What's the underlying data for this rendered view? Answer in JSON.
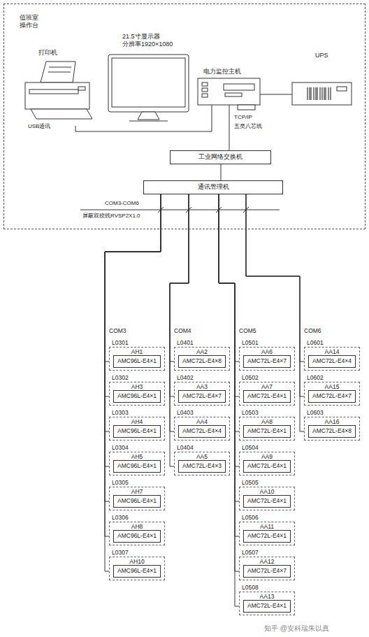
{
  "diagram": {
    "nodes": [
      {
        "text": [
          "值班室 操作台"
        ]
      },
      {
        "text": [
          "打印机"
        ],
        "in": 0
      },
      {
        "text": [
          "21.5寸显示器 分辨率1920×1080"
        ],
        "in": 0
      },
      {
        "text": [
          "电力监控主机"
        ],
        "in": 0
      },
      {
        "text": [
          "UPS"
        ],
        "in": 0
      },
      {
        "text": [
          "工业网络交换机"
        ],
        "in": 0
      },
      {
        "text": [
          "通讯管理机"
        ],
        "in": 0
      },
      {
        "text": [
          "L0301",
          "AH1"
        ]
      },
      {
        "text": [
          "AMC96L-E4×1"
        ],
        "in": 7
      },
      {
        "text": [
          "L0302",
          "AH3"
        ]
      },
      {
        "text": [
          "AMC96L-E4×1"
        ],
        "in": 9
      },
      {
        "text": [
          "L0303",
          "AH4"
        ]
      },
      {
        "text": [
          "AMC96L-E4×1"
        ],
        "in": 11
      },
      {
        "text": [
          "L0304",
          "AH5"
        ]
      },
      {
        "text": [
          "AMC96L-E4×1"
        ],
        "in": 13
      },
      {
        "text": [
          "L0305",
          "AH7"
        ]
      },
      {
        "text": [
          "AMC96L-E4×1"
        ],
        "in": 15
      },
      {
        "text": [
          "L0306",
          "AH8"
        ]
      },
      {
        "text": [
          "AMC96L-E4×1"
        ],
        "in": 17
      },
      {
        "text": [
          "L0307",
          "AH10"
        ]
      },
      {
        "text": [
          "AMC96L-E4×1"
        ],
        "in": 19
      },
      {
        "text": [
          "L0401",
          "AA2"
        ]
      },
      {
        "text": [
          "AMC72L-E4×8"
        ],
        "in": 21
      },
      {
        "text": [
          "L0402",
          "AA3"
        ]
      },
      {
        "text": [
          "AMC72L-E4×7"
        ],
        "in": 23
      },
      {
        "text": [
          "L0403",
          "AA4"
        ]
      },
      {
        "text": [
          "AMC72L-E4×4"
        ],
        "in": 25
      },
      {
        "text": [
          "L0404",
          "AA5"
        ]
      },
      {
        "text": [
          "AMC72L-E4×3"
        ],
        "in": 27
      },
      {
        "text": [
          "L0501",
          "AA6"
        ]
      },
      {
        "text": [
          "AMC72L-E4×7"
        ],
        "in": 29
      },
      {
        "text": [
          "L0502",
          "AA7"
        ]
      },
      {
        "text": [
          "AMC72L-E4×1"
        ],
        "in": 31
      },
      {
        "text": [
          "L0503",
          "AA8"
        ]
      },
      {
        "text": [
          "AMC72L-E4×1"
        ],
        "in": 33
      },
      {
        "text": [
          "L0504",
          "AA9"
        ]
      },
      {
        "text": [
          "AMC72L-E4×1"
        ],
        "in": 35
      },
      {
        "text": [
          "L0505",
          "AA10"
        ]
      },
      {
        "text": [
          "AMC72L-E4×1"
        ],
        "in": 37
      },
      {
        "text": [
          "L0506",
          "AA11"
        ]
      },
      {
        "text": [
          "AMC72L-E4×1"
        ],
        "in": 39
      },
      {
        "text": [
          "L0507",
          "AA12"
        ]
      },
      {
        "text": [
          "AMC72L-E4×7"
        ],
        "in": 41
      },
      {
        "text": [
          "L0508",
          "AA13"
        ]
      },
      {
        "text": [
          "AMC72L-E4×1"
        ],
        "in": 43
      },
      {
        "text": [
          "L0601",
          "AA14"
        ]
      },
      {
        "text": [
          "AMC72L-E4×4"
        ],
        "in": 45
      },
      {
        "text": [
          "L0602",
          "AA15"
        ]
      },
      {
        "text": [
          "AMC72L-E4×7"
        ],
        "in": 47
      },
      {
        "text": [
          "L0603",
          "AA16"
        ]
      },
      {
        "text": [
          "AMC72L-E4×8"
        ],
        "in": 49
      }
    ],
    "edges": [
      {
        "from": 1,
        "to": 3,
        "arrow": "none"
      },
      {
        "from": 3,
        "to": 4,
        "arrow": "none"
      },
      {
        "from": 3,
        "to": 5,
        "arrow": "none"
      },
      {
        "from": 5,
        "to": 6,
        "arrow": "none"
      },
      {
        "from": 6,
        "to": 7,
        "arrow": "none"
      },
      {
        "from": 6,
        "to": 9,
        "arrow": "none"
      },
      {
        "from": 6,
        "to": 11,
        "arrow": "none"
      },
      {
        "from": 6,
        "to": 13,
        "arrow": "none"
      },
      {
        "from": 6,
        "to": 15,
        "arrow": "none"
      },
      {
        "from": 6,
        "to": 17,
        "arrow": "none"
      },
      {
        "from": 6,
        "to": 19,
        "arrow": "none"
      },
      {
        "from": 6,
        "to": 21,
        "arrow": "none"
      },
      {
        "from": 6,
        "to": 23,
        "arrow": "none"
      },
      {
        "from": 6,
        "to": 25,
        "arrow": "none"
      },
      {
        "from": 6,
        "to": 27,
        "arrow": "none"
      },
      {
        "from": 6,
        "to": 29,
        "arrow": "none"
      },
      {
        "from": 6,
        "to": 31,
        "arrow": "none"
      },
      {
        "from": 6,
        "to": 33,
        "arrow": "none"
      },
      {
        "from": 6,
        "to": 35,
        "arrow": "none"
      },
      {
        "from": 6,
        "to": 37,
        "arrow": "none"
      },
      {
        "from": 6,
        "to": 39,
        "arrow": "none"
      },
      {
        "from": 6,
        "to": 41,
        "arrow": "none"
      },
      {
        "from": 6,
        "to": 43,
        "arrow": "none"
      },
      {
        "from": 6,
        "to": 45,
        "arrow": "none"
      },
      {
        "from": 6,
        "to": 47,
        "arrow": "none"
      },
      {
        "from": 6,
        "to": 49,
        "arrow": "none"
      }
    ],
    "labels": [
      "USB通讯",
      "TCP/IP",
      "五类八芯线",
      "COM3-COM6",
      "屏蔽双绞线RVSP2X1.0",
      "COM3",
      "COM4",
      "COM5",
      "COM6",
      "知乎 @安科瑞朱以真"
    ]
  }
}
